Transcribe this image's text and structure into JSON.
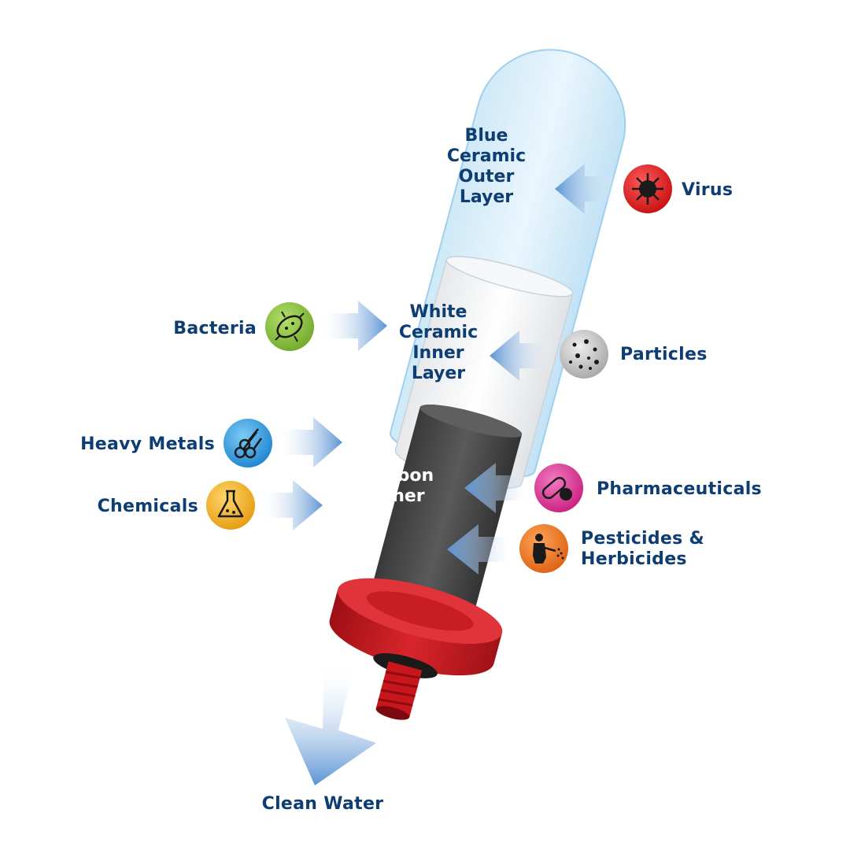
{
  "layers": {
    "outer": {
      "lines": [
        "Blue",
        "Ceramic",
        "Outer",
        "Layer"
      ]
    },
    "inner": {
      "lines": [
        "White",
        "Ceramic",
        "Inner",
        "Layer"
      ]
    },
    "carbon": {
      "lines": [
        "Carbon",
        "Inner"
      ]
    }
  },
  "contaminants": {
    "virus": {
      "label": "Virus",
      "color": "#e02020",
      "icon": "virus-icon"
    },
    "bacteria": {
      "label": "Bacteria",
      "color": "#8cc63f",
      "icon": "bacteria-icon"
    },
    "particles": {
      "label": "Particles",
      "color": "#b8b8b8",
      "icon": "particles-icon"
    },
    "heavy_metals": {
      "label": "Heavy Metals",
      "color": "#3aa3e3",
      "icon": "pipes-icon"
    },
    "chemicals": {
      "label": "Chemicals",
      "color": "#f5b52b",
      "icon": "flask-icon"
    },
    "pharmaceuticals": {
      "label": "Pharmaceuticals",
      "color": "#e0399a",
      "icon": "capsule-icon"
    },
    "pesticides": {
      "label": "Pesticides &",
      "label2": "Herbicides",
      "color": "#f07a1f",
      "icon": "sprayer-icon"
    }
  },
  "output": {
    "label": "Clean Water"
  },
  "colors": {
    "text": "#0d3d73",
    "arrow": "#6a9fd8",
    "cap": "#c8161d",
    "carbon": "#4a4a4a"
  }
}
